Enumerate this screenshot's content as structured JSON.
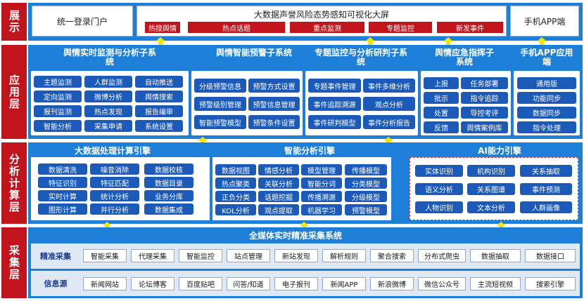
{
  "layers": {
    "display": "展示",
    "application": "应用层",
    "analysis": "分析计算层",
    "collection": "采集层"
  },
  "display": {
    "portal": "统一登录门户",
    "bigscreen_title": "大数据声誉风险态势感知可视化大屏",
    "tags": [
      "热搜舆情",
      "热点话题",
      "重点监测",
      "专题监控",
      "新发事件"
    ],
    "mobile": "手机APP端"
  },
  "application": {
    "systems": [
      {
        "title": "舆情实时监测与分析子系统",
        "items": [
          "主题监测",
          "人群监测",
          "自动推送",
          "定向监测",
          "微博分析",
          "舆情搜索",
          "报刊监测",
          "热点发现",
          "报告编审",
          "智能分析",
          "采集申请",
          "系统设置"
        ]
      },
      {
        "title": "舆情智能预警子系统",
        "items": [
          "分级预警信息",
          "预警方式设置",
          "预警级别管理",
          "预警信息管理",
          "智能预警模型",
          "预警条件设置"
        ]
      },
      {
        "title": "专题监控与分析研判子系统",
        "items": [
          "专题事件管理",
          "事件多维分析",
          "事件追踪溯源",
          "观点分析",
          "事件研判模型",
          "事件分析报告"
        ]
      },
      {
        "title": "舆情应急指挥子系统",
        "items": [
          "上报",
          "任务部署",
          "批示",
          "指令追踪",
          "处置",
          "导控考评",
          "反馈",
          "舆情案例库"
        ]
      },
      {
        "title": "手机APP应用端",
        "items": [
          "通用版",
          "功能同步",
          "数据同步",
          "指令处理"
        ]
      }
    ]
  },
  "analysis": {
    "engines": [
      {
        "title": "大数据处理计算引擎",
        "items": [
          "数据清洗",
          "噪音消除",
          "数据校核",
          "特征识别",
          "特征匹配",
          "数据目录",
          "实时计算",
          "统计分析",
          "业务分库",
          "图形计算",
          "并行分析",
          "数据集成"
        ]
      },
      {
        "title": "智能分析引擎",
        "items": [
          "数据视图",
          "情感分析",
          "模型管理",
          "传播模型",
          "热点聚类",
          "关联分析",
          "智能分词",
          "分类模型",
          "正负分类",
          "话题挖掘",
          "传播溯源",
          "分级模型",
          "KOL分析",
          "观点提取",
          "机器学习",
          "预警模型"
        ]
      },
      {
        "title": "AI能力引擎",
        "items": [
          "实体识别",
          "机构识别",
          "关系抽取",
          "语义分析",
          "关系图谱",
          "事件预测",
          "人物识别",
          "文本分析",
          "人群画像"
        ]
      }
    ]
  },
  "collection": {
    "title": "全媒体实时精准采集系统",
    "rows": [
      {
        "label": "精准采集",
        "items": [
          "智能采集",
          "代理采集",
          "智能监控",
          "站点管理",
          "新站发现",
          "解析规则",
          "聚合搜索",
          "分布式爬虫",
          "数据抽取",
          "数据接口"
        ]
      },
      {
        "label": "信息源",
        "items": [
          "新闻网站",
          "论坛博客",
          "百度贴吧",
          "问答/知道",
          "电子报刊",
          "新闻APP",
          "新浪微博",
          "微信公众号",
          "主流短视频",
          "搜索引擎"
        ]
      }
    ]
  },
  "colors": {
    "layer_red": "#c1141c",
    "panel_blue": "#1e7fd8",
    "chip_blue": "#1b5ab8",
    "arrow_yellow": "#f2e600"
  }
}
